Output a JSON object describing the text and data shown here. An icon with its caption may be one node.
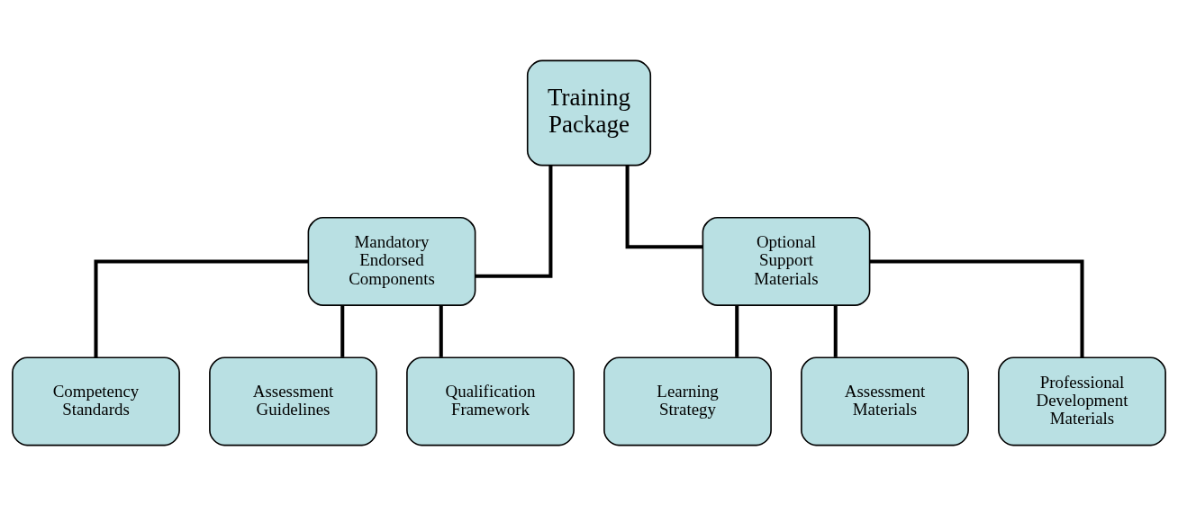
{
  "diagram": {
    "nodes": [
      {
        "text": [
          "Training Package"
        ]
      },
      {
        "text": [
          "Mandatory Endorsed Components"
        ]
      },
      {
        "text": [
          "Optional Support Materials"
        ]
      },
      {
        "text": [
          "Competency Standards"
        ]
      },
      {
        "text": [
          "Assessment Guidelines"
        ]
      },
      {
        "text": [
          "Qualification Framework"
        ]
      },
      {
        "text": [
          "Learning Strategy"
        ]
      },
      {
        "text": [
          "Assessment Materials"
        ]
      },
      {
        "text": [
          "Professional Development Materials"
        ]
      }
    ],
    "edges": [
      {
        "from": 0,
        "to": 1,
        "arrow": "none"
      },
      {
        "from": 0,
        "to": 2,
        "arrow": "none"
      },
      {
        "from": 1,
        "to": 3,
        "arrow": "none"
      },
      {
        "from": 1,
        "to": 4,
        "arrow": "none"
      },
      {
        "from": 1,
        "to": 5,
        "arrow": "none"
      },
      {
        "from": 2,
        "to": 6,
        "arrow": "none"
      },
      {
        "from": 2,
        "to": 7,
        "arrow": "none"
      },
      {
        "from": 2,
        "to": 8,
        "arrow": "none"
      }
    ]
  }
}
